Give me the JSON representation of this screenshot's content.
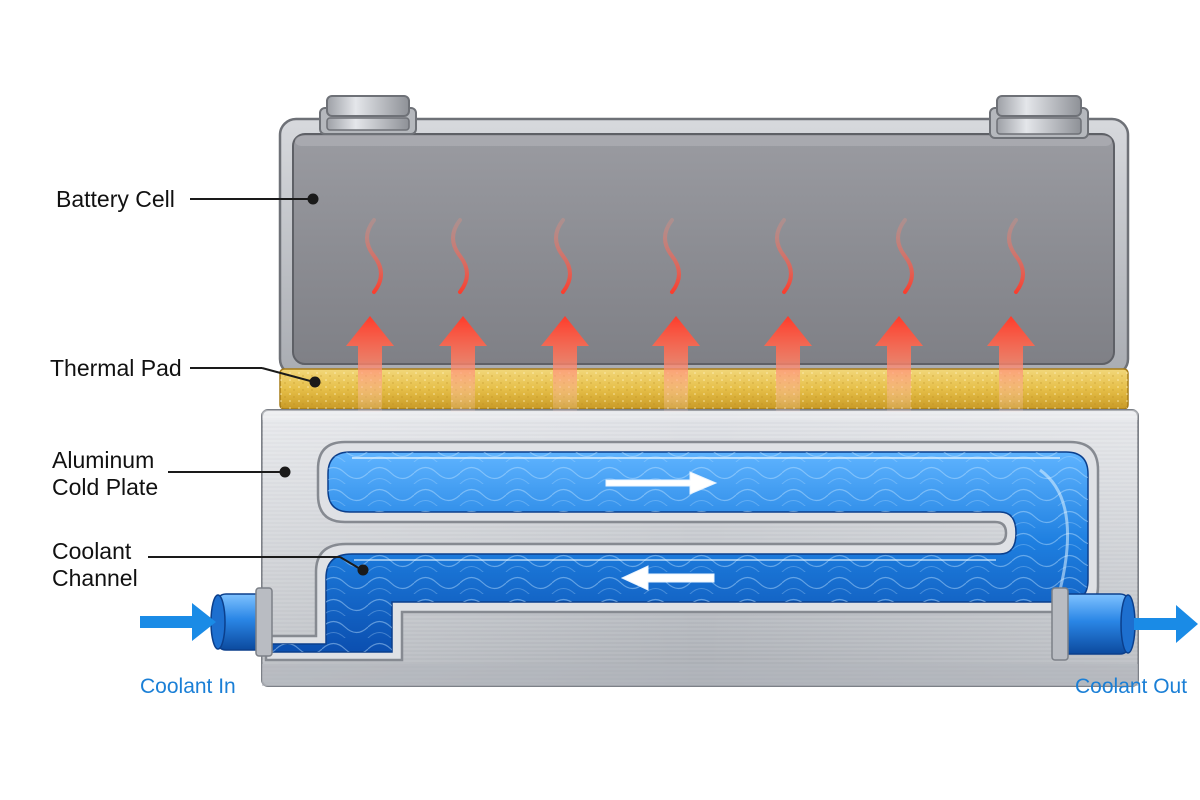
{
  "labels": {
    "battery_cell": "Battery Cell",
    "thermal_pad": "Thermal Pad",
    "cold_plate_line1": "Aluminum",
    "cold_plate_line2": "Cold Plate",
    "coolant_channel_line1": "Coolant",
    "coolant_channel_line2": "Channel",
    "coolant_in": "Coolant In",
    "coolant_out": "Coolant Out"
  },
  "colors": {
    "battery_cell": "#8f9096",
    "thermal_pad": "#e8c24e",
    "cold_plate": "#c9ccd1",
    "coolant": "#1e7fe0",
    "heat_arrow": "#ff3b2a",
    "flow_label": "#1a7fd6"
  }
}
